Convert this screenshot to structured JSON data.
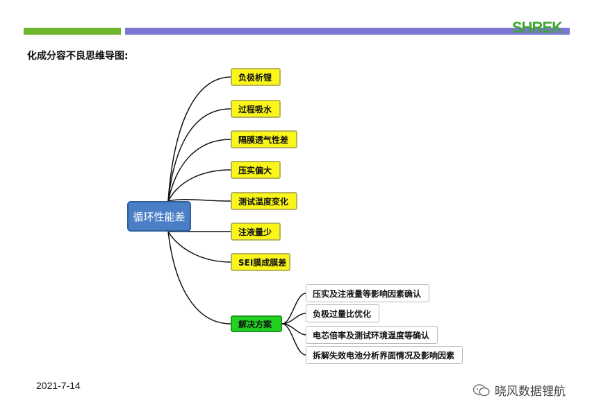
{
  "header": {
    "logo_text": "SHREK",
    "accent_green": "#6cb52d",
    "accent_purple": "#7b78cf"
  },
  "title": "化成分容不良思维导图:",
  "root": {
    "label": "循环性能差",
    "color": "#4a7fc7"
  },
  "causes": [
    {
      "label": "负极析锂"
    },
    {
      "label": "过程吸水"
    },
    {
      "label": "隔膜透气性差"
    },
    {
      "label": "压实偏大"
    },
    {
      "label": "测试温度变化"
    },
    {
      "label": "注液量少"
    },
    {
      "label": "SEI膜成膜差"
    }
  ],
  "solution": {
    "label": "解决方案",
    "items": [
      {
        "label": "压实及注液量等影响因素确认"
      },
      {
        "label": "负极过量比优化"
      },
      {
        "label": "电芯倍率及测试环境温度等确认"
      },
      {
        "label": "拆解失效电池分析界面情况及影响因素"
      }
    ]
  },
  "footer": {
    "date": "2021-7-14",
    "watermark": "晓风数据锂航"
  },
  "colors": {
    "yellow_node": "#fbf61a",
    "green_node": "#20d320",
    "root_node": "#4a7fc7"
  }
}
